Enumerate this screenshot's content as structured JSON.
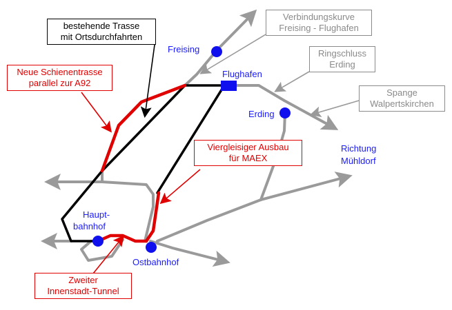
{
  "colors": {
    "existing_network": "#9a9a9a",
    "existing_route": "#000000",
    "new_route": "#e00000",
    "stations": "#1010ee",
    "callout_gray": "#8a8a8a"
  },
  "stations": {
    "freising": "Freising",
    "flughafen": "Flughafen",
    "erding": "Erding",
    "hauptbahnhof_line1": "Haupt-",
    "hauptbahnhof_line2": "bahnhof",
    "ostbahnhof": "Ostbahnhof",
    "direction_line1": "Richtung",
    "direction_line2": "Mühldorf"
  },
  "callouts": {
    "bestehende_trasse": {
      "line1": "bestehende Trasse",
      "line2": "mit Ortsdurchfahrten"
    },
    "neue_trasse": {
      "line1": "Neue Schienentrasse",
      "line2": "parallel zur A92"
    },
    "viergleisig": {
      "line1": "Viergleisiger Ausbau",
      "line2": "für MAEX"
    },
    "innenstadt_tunnel": {
      "line1": "Zweiter",
      "line2": "Innenstadt-Tunnel"
    },
    "verbindungskurve": {
      "line1": "Verbindungskurve",
      "line2": "Freising - Flughafen"
    },
    "ringschluss": {
      "line1": "Ringschluss",
      "line2": "Erding"
    },
    "spange": {
      "line1": "Spange",
      "line2": "Walpertskirchen"
    }
  }
}
